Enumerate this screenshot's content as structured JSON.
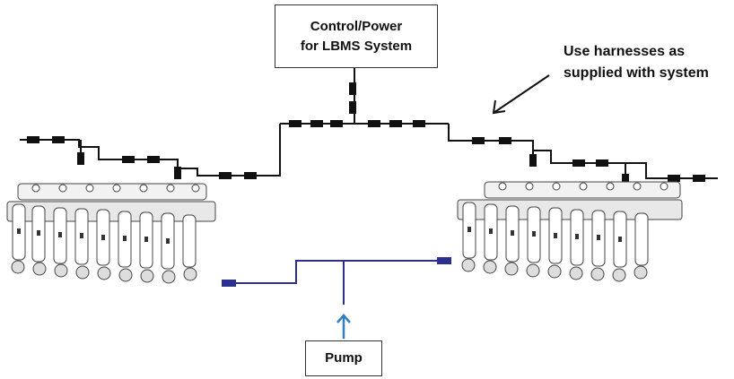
{
  "control_box": {
    "line1": "Control/Power",
    "line2": "for LBMS System"
  },
  "note": {
    "line1": "Use harnesses as",
    "line2": "supplied with system"
  },
  "pump_box": {
    "label": "Pump"
  },
  "colors": {
    "harness": "#111111",
    "hose": "#2b2f8f",
    "pump_arrow": "#2f7fc1"
  }
}
